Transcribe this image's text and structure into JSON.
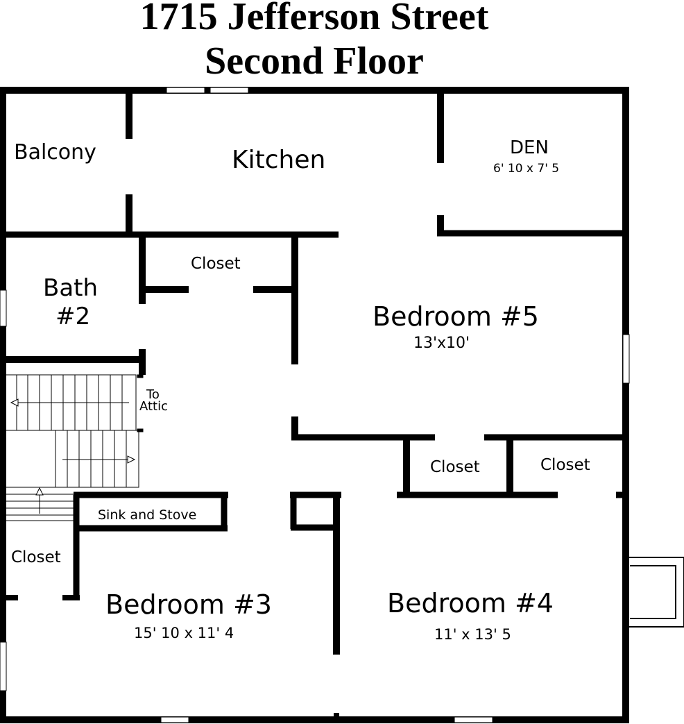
{
  "title": {
    "line1": "1715 Jefferson Street",
    "line2": "Second Floor"
  },
  "rooms": {
    "balcony": {
      "name": "Balcony"
    },
    "kitchen": {
      "name": "Kitchen"
    },
    "den": {
      "name": "DEN",
      "size": "6' 10 x 7' 5"
    },
    "bath2": {
      "name_line1": "Bath",
      "name_line2": "#2"
    },
    "closet_upper": {
      "name": "Closet"
    },
    "bedroom5": {
      "name": "Bedroom #5",
      "size": "13'x10'"
    },
    "to_attic": {
      "line1": "To",
      "line2": "Attic"
    },
    "closet_mid_left": {
      "name": "Closet"
    },
    "closet_mid_right": {
      "name": "Closet"
    },
    "sink_stove": {
      "name": "Sink and Stove"
    },
    "closet_lower_left": {
      "name": "Closet"
    },
    "bedroom3": {
      "name": "Bedroom #3",
      "size": "15' 10 x 11' 4"
    },
    "bedroom4": {
      "name": "Bedroom #4",
      "size": "11' x 13' 5"
    }
  },
  "colors": {
    "wall": "#000000",
    "background": "#ffffff"
  }
}
